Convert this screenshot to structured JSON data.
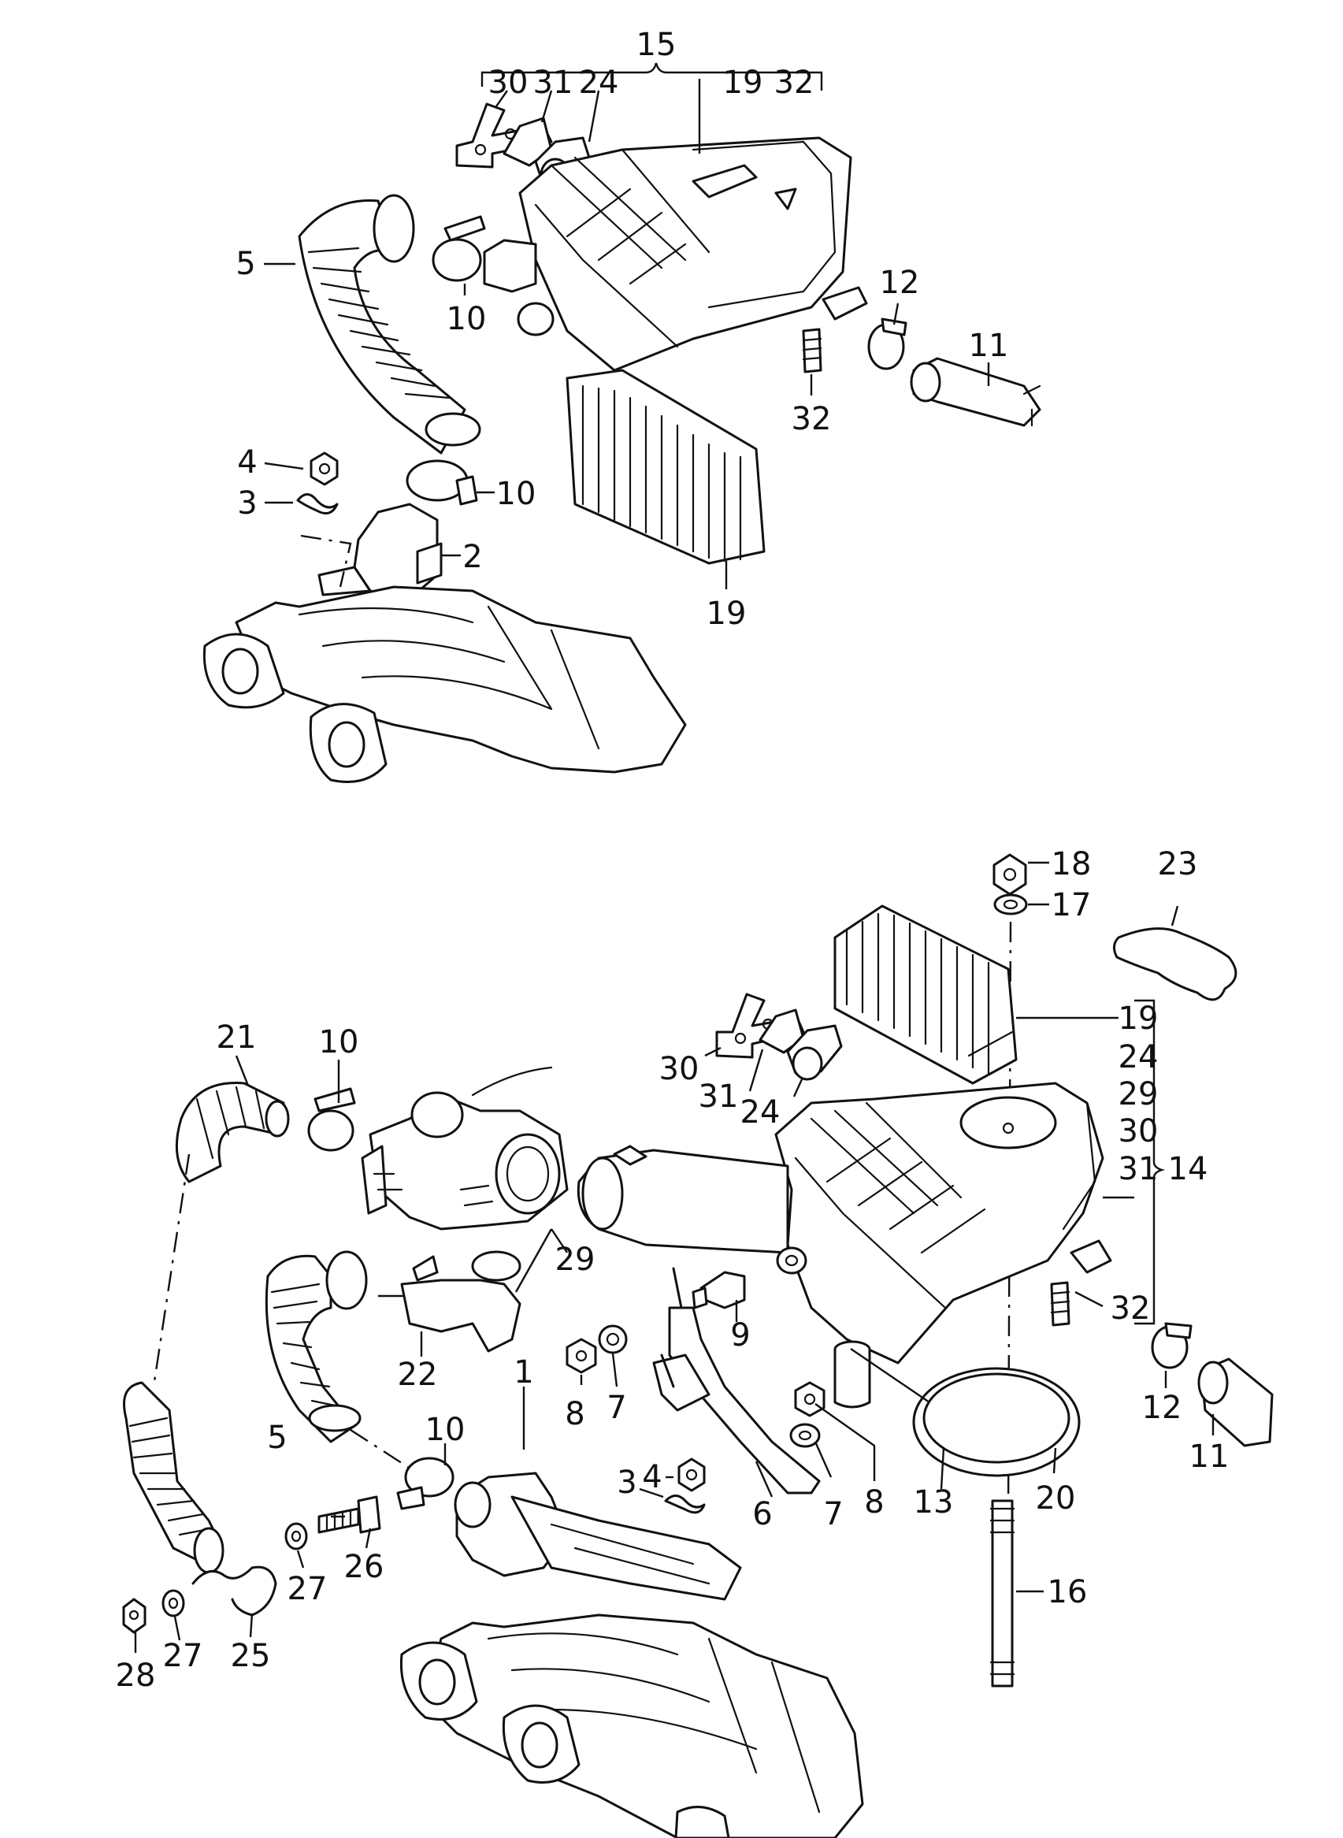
{
  "colors": {
    "ink": "#111111",
    "paper": "#ffffff",
    "dots": "#333333"
  },
  "upper": {
    "kit_15": "15",
    "kit_members": [
      "30",
      "31",
      "24",
      "19",
      "32"
    ],
    "labels": {
      "p2": "2",
      "p3": "3",
      "p4": "4",
      "p5": "5",
      "p10a": "10",
      "p10b": "10",
      "p11": "11",
      "p12": "12",
      "p19": "19",
      "p32": "32"
    }
  },
  "lower": {
    "kit_14": "14",
    "kit_members": [
      "19",
      "24",
      "29",
      "30",
      "31",
      "32"
    ],
    "labels": {
      "p1": "1",
      "p3": "3",
      "p4": "4",
      "p5": "5",
      "p6": "6",
      "p7a": "7",
      "p7b": "7",
      "p8a": "8",
      "p8b": "8",
      "p9": "9",
      "p10a": "10",
      "p10b": "10",
      "p11": "11",
      "p12": "12",
      "p13": "13",
      "p16": "16",
      "p17": "17",
      "p18": "18",
      "p20": "20",
      "p21": "21",
      "p22": "22",
      "p23": "23",
      "p24": "24",
      "p25": "25",
      "p26": "26",
      "p27a": "27",
      "p27b": "27",
      "p28": "28",
      "p29": "29",
      "p30": "30",
      "p31": "31"
    }
  }
}
